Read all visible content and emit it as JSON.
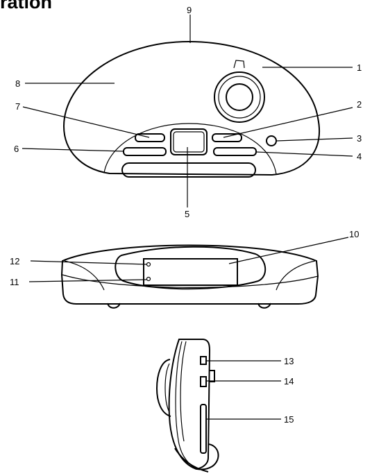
{
  "heading": "ration",
  "callouts": [
    {
      "id": "c1",
      "text": "1"
    },
    {
      "id": "c2",
      "text": "2"
    },
    {
      "id": "c3",
      "text": "3"
    },
    {
      "id": "c4",
      "text": "4"
    },
    {
      "id": "c5",
      "text": "5"
    },
    {
      "id": "c6",
      "text": "6"
    },
    {
      "id": "c7",
      "text": "7"
    },
    {
      "id": "c8",
      "text": "8"
    },
    {
      "id": "c9",
      "text": "9"
    },
    {
      "id": "c10",
      "text": "10"
    },
    {
      "id": "c11",
      "text": "11"
    },
    {
      "id": "c12",
      "text": "12"
    },
    {
      "id": "c13",
      "text": "13"
    },
    {
      "id": "c14",
      "text": "14"
    },
    {
      "id": "c15",
      "text": "15"
    }
  ]
}
